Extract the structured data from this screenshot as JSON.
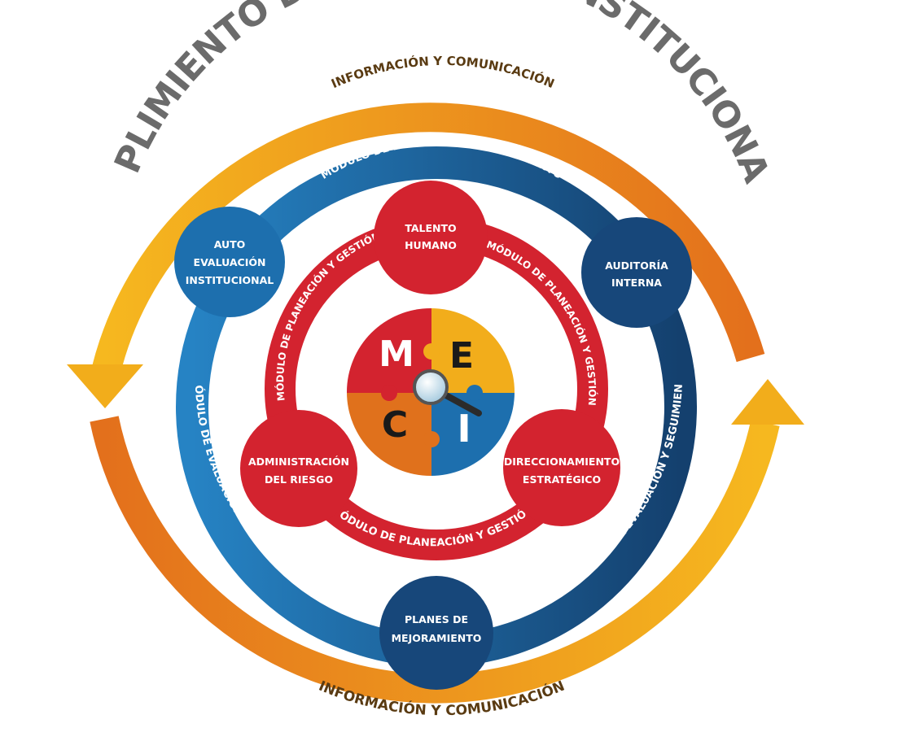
{
  "title": "CUMPLIMIENTO DE OBJETIVOS INSTITUCIONALES",
  "outer_ring": {
    "top_label": "INFORMACIÓN Y COMUNICACIÓN",
    "bottom_label": "INFORMACIÓN Y COMUNICACIÓN"
  },
  "middle_ring": {
    "label_top": "MÓDULO DE EVALUACIÓN Y SEGUIMIENTO",
    "label_left": "MÓDULO DE EVALUACIÓN Y SEGUIMIENTO",
    "label_right": "MÓDULO DE EVALUACIÓN Y SEGUIMIENTO",
    "nodes": [
      {
        "id": "auto",
        "lines": [
          "AUTO",
          "EVALUACIÓN",
          "INSTITUCIONAL"
        ]
      },
      {
        "id": "auditoria",
        "lines": [
          "AUDITORÍA",
          "INTERNA"
        ]
      },
      {
        "id": "planes",
        "lines": [
          "PLANES DE",
          "MEJORAMIENTO"
        ]
      }
    ]
  },
  "inner_ring": {
    "label_left": "MÓDULO DE PLANEACIÓN Y GESTIÓN",
    "label_right": "MÓDULO DE PLANEACIÓN Y GESTIÓN",
    "label_bottom": "MÓDULO DE PLANEACIÓN Y GESTIÓN",
    "nodes": [
      {
        "id": "talento",
        "lines": [
          "TALENTO",
          "HUMANO"
        ]
      },
      {
        "id": "riesgo",
        "lines": [
          "ADMINISTRACIÓN",
          "DEL RIESGO"
        ]
      },
      {
        "id": "direccionamiento",
        "lines": [
          "DIRECCIONAMIENTO",
          "ESTRATÉGICO"
        ]
      }
    ]
  },
  "center": {
    "letters": [
      "M",
      "E",
      "C",
      "I"
    ],
    "icon": "magnifying-glass-icon"
  },
  "colors": {
    "gold": "#f2ad1b",
    "orange": "#e0711c",
    "blue": "#1d6fae",
    "navy": "#17477a",
    "red": "#d3232f",
    "title_gray": "#6b6b6b"
  }
}
